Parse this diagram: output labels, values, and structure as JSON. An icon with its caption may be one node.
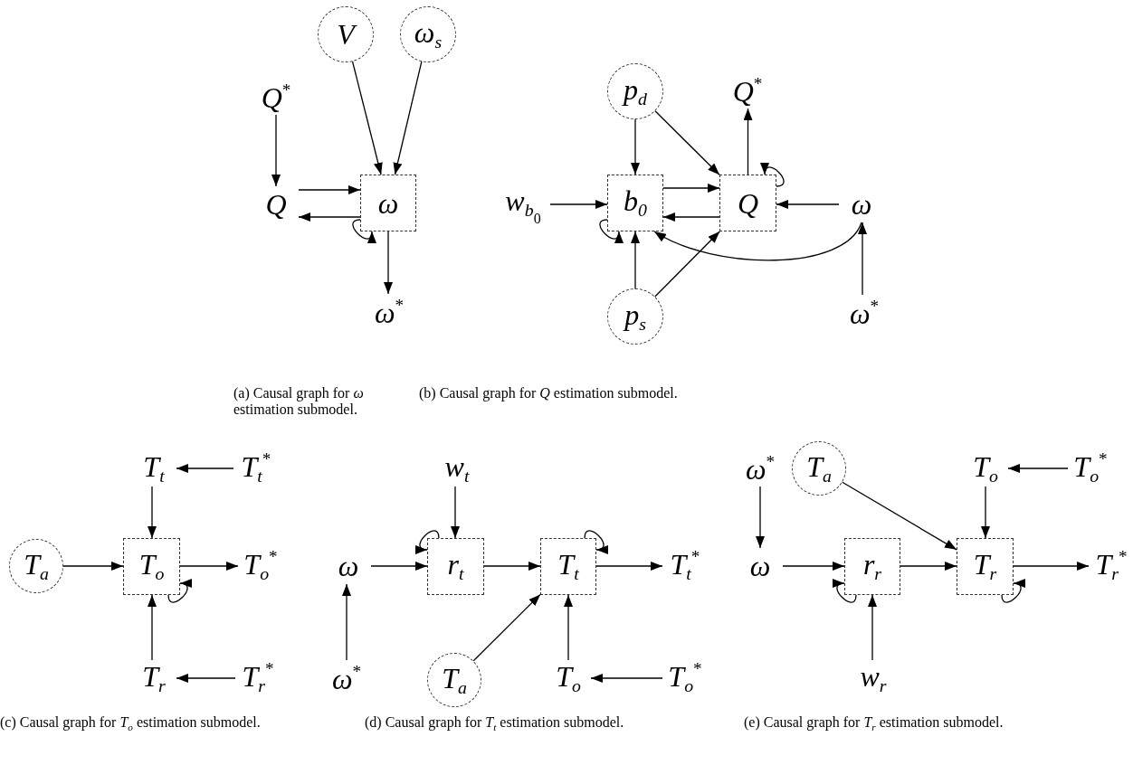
{
  "diagram": {
    "nodes": [
      {
        "text": [
          "V"
        ]
      },
      {
        "text": [
          "ω$_{s}$"
        ]
      },
      {
        "text": [
          "Q$^{*}$"
        ]
      },
      {
        "text": [
          "Q"
        ]
      },
      {
        "text": [
          "ω"
        ]
      },
      {
        "text": [
          "ω$^{*}$"
        ]
      },
      {
        "text": [
          "p$_{d}$"
        ]
      },
      {
        "text": [
          "Q$^{*}$"
        ]
      },
      {
        "text": [
          "w$_{b}$$_{0}$"
        ]
      },
      {
        "text": [
          "b$_{0}$"
        ]
      },
      {
        "text": [
          "Q"
        ]
      },
      {
        "text": [
          "ω"
        ]
      },
      {
        "text": [
          "p$_{s}$"
        ]
      },
      {
        "text": [
          "ω$^{*}$"
        ]
      },
      {
        "text": [
          "T$_{t}$"
        ]
      },
      {
        "text": [
          "T$_{t}$$^{*}$"
        ]
      },
      {
        "text": [
          "T$_{a}$"
        ]
      },
      {
        "text": [
          "T$_{o}$"
        ]
      },
      {
        "text": [
          "T$_{o}$$^{*}$"
        ]
      },
      {
        "text": [
          "T$_{r}$"
        ]
      },
      {
        "text": [
          "T$_{r}$$^{*}$"
        ]
      },
      {
        "text": [
          "w$_{t}$"
        ]
      },
      {
        "text": [
          "ω"
        ]
      },
      {
        "text": [
          "r$_{t}$"
        ]
      },
      {
        "text": [
          "T$_{t}$"
        ]
      },
      {
        "text": [
          "T$_{t}$$^{*}$"
        ]
      },
      {
        "text": [
          "ω$^{*}$"
        ]
      },
      {
        "text": [
          "T$_{a}$"
        ]
      },
      {
        "text": [
          "T$_{o}$"
        ]
      },
      {
        "text": [
          "T$_{o}$$^{*}$"
        ]
      },
      {
        "text": [
          "ω$^{*}$"
        ]
      },
      {
        "text": [
          "T$_{a}$"
        ]
      },
      {
        "text": [
          "T$_{o}$"
        ]
      },
      {
        "text": [
          "T$_{o}$$^{*}$"
        ]
      },
      {
        "text": [
          "ω"
        ]
      },
      {
        "text": [
          "r$_{r}$"
        ]
      },
      {
        "text": [
          "T$_{r}$"
        ]
      },
      {
        "text": [
          "T$_{r}$$^{*}$"
        ]
      },
      {
        "text": [
          "w$_{r}$"
        ]
      }
    ],
    "edges": [
      {
        "from": 0,
        "to": 4,
        "arrow": "to"
      },
      {
        "from": 1,
        "to": 4,
        "arrow": "to"
      },
      {
        "from": 2,
        "to": 3,
        "arrow": "to"
      },
      {
        "from": 3,
        "to": 4,
        "arrow": "to"
      },
      {
        "from": 4,
        "to": 3,
        "arrow": "to"
      },
      {
        "from": 4,
        "to": 4,
        "arrow": "to"
      },
      {
        "from": 4,
        "to": 5,
        "arrow": "to"
      },
      {
        "from": 6,
        "to": 9,
        "arrow": "to"
      },
      {
        "from": 6,
        "to": 10,
        "arrow": "to"
      },
      {
        "from": 10,
        "to": 7,
        "arrow": "to"
      },
      {
        "from": 10,
        "to": 10,
        "arrow": "to"
      },
      {
        "from": 8,
        "to": 9,
        "arrow": "to"
      },
      {
        "from": 9,
        "to": 10,
        "arrow": "to"
      },
      {
        "from": 10,
        "to": 9,
        "arrow": "to"
      },
      {
        "from": 11,
        "to": 10,
        "arrow": "to"
      },
      {
        "from": 9,
        "to": 9,
        "arrow": "to"
      },
      {
        "from": 12,
        "to": 9,
        "arrow": "to"
      },
      {
        "from": 12,
        "to": 10,
        "arrow": "to"
      },
      {
        "from": 11,
        "to": 9,
        "arrow": "to"
      },
      {
        "from": 13,
        "to": 11,
        "arrow": "to"
      },
      {
        "from": 15,
        "to": 14,
        "arrow": "to"
      },
      {
        "from": 14,
        "to": 17,
        "arrow": "to"
      },
      {
        "from": 16,
        "to": 17,
        "arrow": "to"
      },
      {
        "from": 17,
        "to": 18,
        "arrow": "to"
      },
      {
        "from": 17,
        "to": 17,
        "arrow": "to"
      },
      {
        "from": 19,
        "to": 17,
        "arrow": "to"
      },
      {
        "from": 20,
        "to": 19,
        "arrow": "to"
      },
      {
        "from": 21,
        "to": 23,
        "arrow": "to"
      },
      {
        "from": 22,
        "to": 23,
        "arrow": "to"
      },
      {
        "from": 23,
        "to": 23,
        "arrow": "to"
      },
      {
        "from": 23,
        "to": 24,
        "arrow": "to"
      },
      {
        "from": 24,
        "to": 24,
        "arrow": "to"
      },
      {
        "from": 24,
        "to": 25,
        "arrow": "to"
      },
      {
        "from": 27,
        "to": 24,
        "arrow": "to"
      },
      {
        "from": 28,
        "to": 24,
        "arrow": "to"
      },
      {
        "from": 29,
        "to": 28,
        "arrow": "to"
      },
      {
        "from": 26,
        "to": 22,
        "arrow": "to"
      },
      {
        "from": 30,
        "to": 34,
        "arrow": "to"
      },
      {
        "from": 31,
        "to": 36,
        "arrow": "to"
      },
      {
        "from": 33,
        "to": 32,
        "arrow": "to"
      },
      {
        "from": 32,
        "to": 36,
        "arrow": "to"
      },
      {
        "from": 34,
        "to": 35,
        "arrow": "to"
      },
      {
        "from": 35,
        "to": 35,
        "arrow": "to"
      },
      {
        "from": 35,
        "to": 36,
        "arrow": "to"
      },
      {
        "from": 36,
        "to": 36,
        "arrow": "to"
      },
      {
        "from": 36,
        "to": 37,
        "arrow": "to"
      },
      {
        "from": 38,
        "to": 35,
        "arrow": "to"
      }
    ],
    "labels": [
      "(a) Causal graph for *ω* estimation submodel.",
      "(b) Causal graph for *Q* estimation submodel.",
      "(c) Causal graph for *T*$_{o}$ estimation submodel.",
      "(d) Causal graph for *T*$_{t}$ estimation submodel.",
      "(e) Causal graph for *T*$_{r}$ estimation submodel."
    ]
  }
}
